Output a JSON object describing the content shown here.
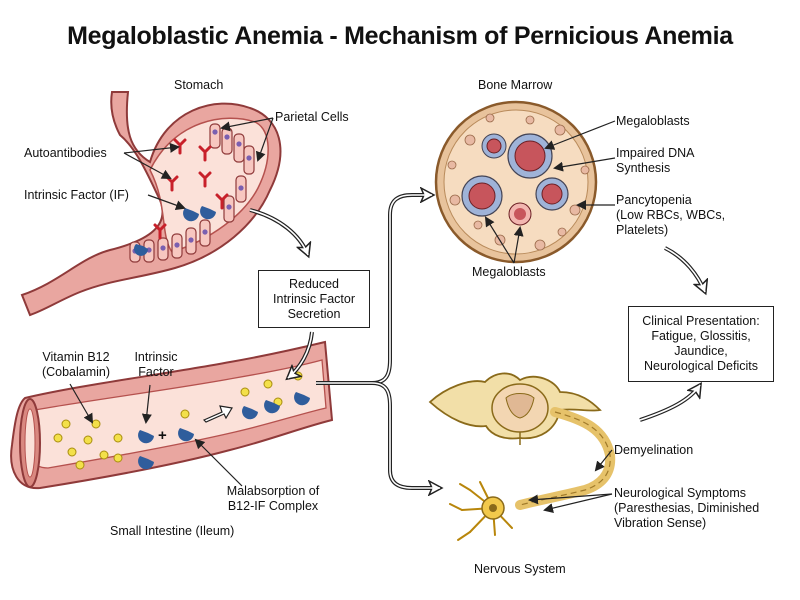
{
  "title": "Megaloblastic Anemia - Mechanism of Pernicious Anemia",
  "stomach": {
    "label": "Stomach",
    "parietal_cells": "Parietal Cells",
    "autoantibodies": "Autoantibodies",
    "intrinsic_factor": "Intrinsic Factor (IF)"
  },
  "reduced_if_box": [
    "Reduced",
    "Intrinsic Factor",
    "Secretion"
  ],
  "intestine": {
    "label": "Small Intestine (Ileum)",
    "vitamin_b12": [
      "Vitamin B12",
      "(Cobalamin)"
    ],
    "intrinsic_factor": [
      "Intrinsic",
      "Factor"
    ],
    "plus": "+",
    "malabsorption": [
      "Malabsorption of",
      "B12-IF Complex"
    ]
  },
  "bone_marrow": {
    "label": "Bone Marrow",
    "megaloblasts_top": "Megaloblasts",
    "impaired_dna": [
      "Impaired DNA",
      "Synthesis"
    ],
    "pancytopenia": [
      "Pancytopenia",
      "(Low RBCs, WBCs,",
      "Platelets)"
    ],
    "megaloblasts_bottom": "Megaloblasts"
  },
  "clinical_box": [
    "Clinical Presentation:",
    "Fatigue, Glossitis,",
    "Jaundice,",
    "Neurological Deficits"
  ],
  "nervous": {
    "label": "Nervous System",
    "demyelination": "Demyelination",
    "neuro_symptoms": [
      "Neurological Symptoms",
      "(Paresthesias, Diminished",
      "Vibration Sense)"
    ]
  },
  "colors": {
    "tissue": "#e9a6a0",
    "tissue_dark": "#b5514e",
    "lumen": "#fbe1d9",
    "antibody": "#c8202a",
    "intrinsic_factor": "#2f5d9c",
    "b12": "#f3e04a",
    "marrow": "#f6dcc0",
    "megaloblast": "#c7555c",
    "nerve": "#f2dfa8"
  }
}
